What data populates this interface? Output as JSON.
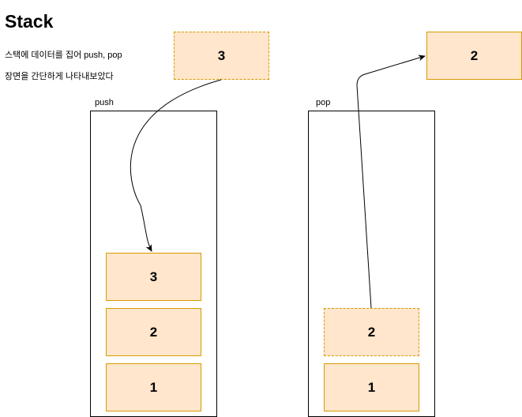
{
  "title": "Stack",
  "description_line1": "스택에 데이터를 집어 push, pop",
  "description_line2": "장면을 간단하게 나타내보았다",
  "push": {
    "label": "push",
    "incoming": "3",
    "items": [
      "3",
      "2",
      "1"
    ]
  },
  "pop": {
    "label": "pop",
    "outgoing": "2",
    "items": [
      "2",
      "1"
    ]
  },
  "colors": {
    "box_fill": "#ffe6cc",
    "box_border": "#d79b00"
  }
}
